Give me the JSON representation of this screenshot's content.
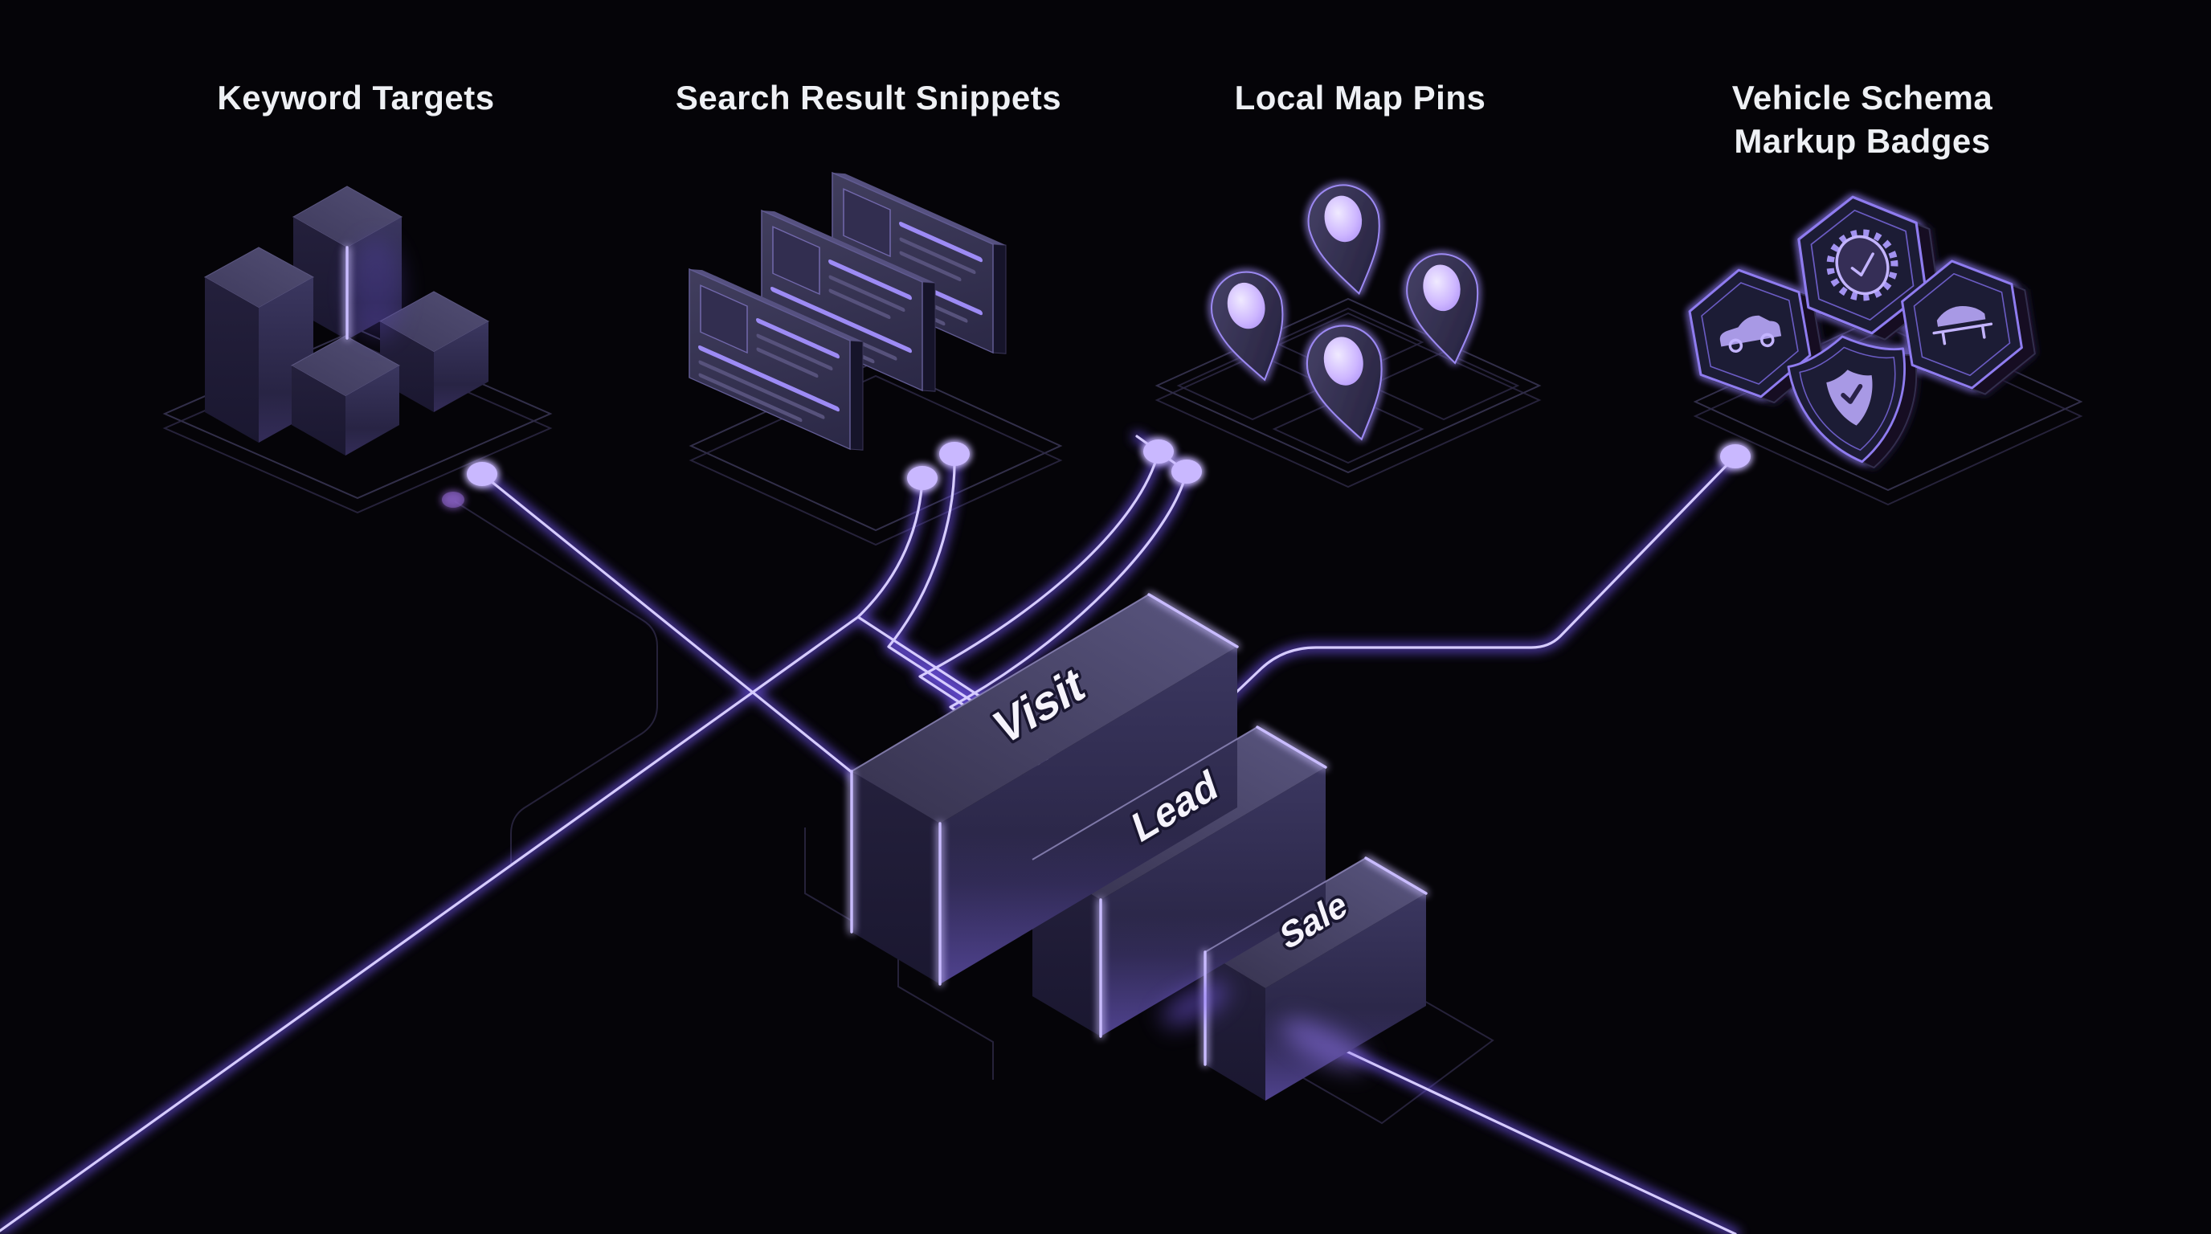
{
  "page": {
    "background": "#050408",
    "kind": "seo-conversion-funnel-diagram"
  },
  "sections": [
    {
      "id": "keyword-targets",
      "title": "Keyword Targets",
      "icon": "bar-cubes-icon"
    },
    {
      "id": "search-result-snippets",
      "title": "Search Result Snippets",
      "icon": "search-result-cards-icon"
    },
    {
      "id": "local-map-pins",
      "title": "Local Map Pins",
      "icon": "map-pins-icon"
    },
    {
      "id": "vehicle-schema-markup-badges",
      "title_line1": "Vehicle Schema",
      "title_line2": "Markup Badges",
      "icon": "vehicle-badges-icon",
      "badge_icons": [
        "car-icon",
        "certified-gear-check-icon",
        "shield-check-icon",
        "car-lift-icon"
      ]
    }
  ],
  "funnel": {
    "steps": [
      {
        "id": "visit",
        "label": "Visit"
      },
      {
        "id": "lead",
        "label": "Lead"
      },
      {
        "id": "sale",
        "label": "Sale"
      }
    ]
  },
  "colors": {
    "background": "#050408",
    "trace_core": "#d6ccff",
    "trace_halo": "#6a4fe0",
    "accent": "#8b76f2",
    "block_top": "#4c4870",
    "block_side": "#23203a",
    "platform_outline": "#3b3756",
    "pin_glow": "#d9ccff",
    "title_text": "#eef0f4"
  }
}
